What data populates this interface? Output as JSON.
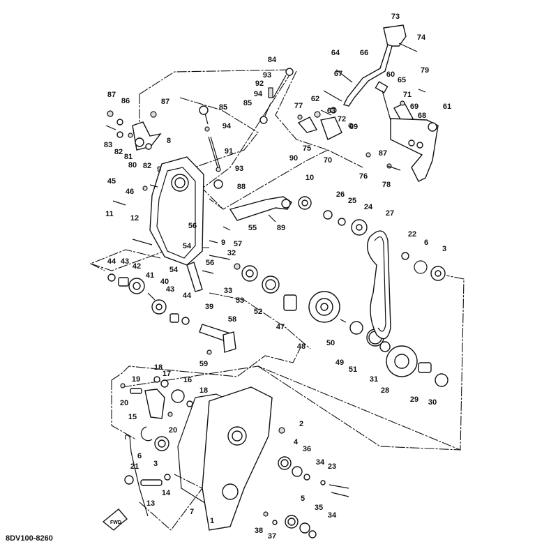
{
  "diagram": {
    "title": "Exploded parts diagram - gear case / shift assembly",
    "code": "8DV100-8260",
    "front_arrow_label": "FWD",
    "colors": {
      "ink": "#111111",
      "background": "#ffffff"
    },
    "labels": [
      "73",
      "74",
      "64",
      "66",
      "84",
      "93",
      "92",
      "94",
      "85",
      "87",
      "86",
      "87",
      "85",
      "94",
      "83",
      "82",
      "81",
      "80",
      "82",
      "8",
      "91",
      "93",
      "88",
      "9",
      "45",
      "46",
      "11",
      "90",
      "10",
      "67",
      "60",
      "65",
      "79",
      "62",
      "77",
      "63",
      "72",
      "71",
      "69",
      "68",
      "61",
      "75",
      "70",
      "69",
      "87",
      "76",
      "78",
      "26",
      "25",
      "24",
      "27",
      "12",
      "55",
      "89",
      "56",
      "57",
      "9",
      "54",
      "32",
      "44",
      "43",
      "42",
      "54",
      "56",
      "33",
      "53",
      "52",
      "22",
      "6",
      "3",
      "41",
      "40",
      "43",
      "44",
      "39",
      "47",
      "48",
      "50",
      "49",
      "51",
      "31",
      "28",
      "29",
      "30",
      "58",
      "59",
      "18",
      "17",
      "16",
      "18",
      "19",
      "20",
      "15",
      "20",
      "2",
      "6",
      "3",
      "4",
      "36",
      "34",
      "23",
      "21",
      "13",
      "14",
      "7",
      "5",
      "35",
      "34",
      "38",
      "37",
      "1"
    ]
  }
}
